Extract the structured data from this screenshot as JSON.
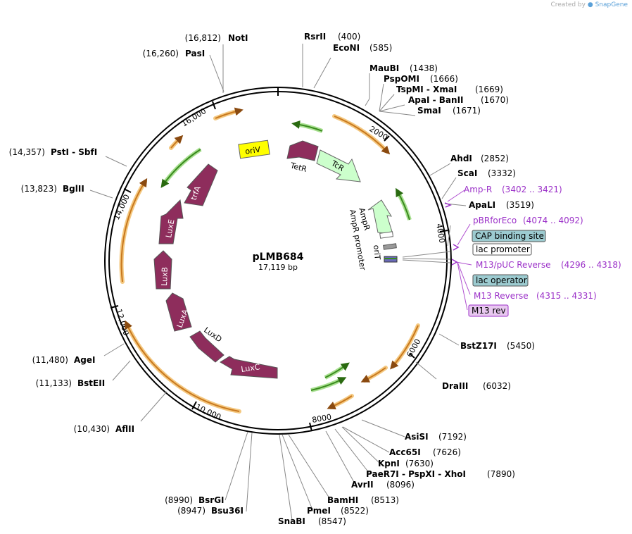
{
  "credit": {
    "prefix": "Created by",
    "brand": "SnapGene"
  },
  "plasmid": {
    "name": "pLMB684",
    "size": "17,119 bp"
  },
  "colors": {
    "backbone": "#000000",
    "maroon": "#8e2d5c",
    "light_green": "#ccffcc",
    "yellow": "#ffff00",
    "orange": "#c8781e",
    "green": "#3a8a1e",
    "purple": "#9b30c8",
    "primer_fill": "#e8c8f0",
    "teal": "#9ccbd0"
  },
  "ticks": [
    "2000",
    "4000",
    "6000",
    "8000",
    "10,000",
    "12,000",
    "14,000",
    "16,000"
  ],
  "sites": [
    {
      "name": "NotI",
      "pos": "(16,812)"
    },
    {
      "name": "RsrII",
      "pos": "(400)"
    },
    {
      "name": "EcoNI",
      "pos": "(585)"
    },
    {
      "name": "PasI",
      "pos": "(16,260)"
    },
    {
      "name": "MauBI",
      "pos": "(1438)"
    },
    {
      "name": "PspOMI",
      "pos": "(1666)"
    },
    {
      "name": "TspMI - XmaI",
      "pos": "(1669)"
    },
    {
      "name": "ApaI - BanII",
      "pos": "(1670)"
    },
    {
      "name": "SmaI",
      "pos": "(1671)"
    },
    {
      "name": "AhdI",
      "pos": "(2852)"
    },
    {
      "name": "ScaI",
      "pos": "(3332)"
    },
    {
      "name": "ApaLI",
      "pos": "(3519)"
    },
    {
      "name": "PstI - SbfI",
      "pos": "(14,357)"
    },
    {
      "name": "BglII",
      "pos": "(13,823)"
    },
    {
      "name": "BstZ17I",
      "pos": "(5450)"
    },
    {
      "name": "DraIII",
      "pos": "(6032)"
    },
    {
      "name": "AgeI",
      "pos": "(11,480)"
    },
    {
      "name": "BstEII",
      "pos": "(11,133)"
    },
    {
      "name": "AflII",
      "pos": "(10,430)"
    },
    {
      "name": "AsiSI",
      "pos": "(7192)"
    },
    {
      "name": "Acc65I",
      "pos": "(7626)"
    },
    {
      "name": "KpnI",
      "pos": "(7630)"
    },
    {
      "name": "PaeR7I - PspXI - XhoI",
      "pos": "(7890)"
    },
    {
      "name": "AvrII",
      "pos": "(8096)"
    },
    {
      "name": "BamHI",
      "pos": "(8513)"
    },
    {
      "name": "PmeI",
      "pos": "(8522)"
    },
    {
      "name": "SnaBI",
      "pos": "(8547)"
    },
    {
      "name": "BsrGI",
      "pos": "(8990)"
    },
    {
      "name": "Bsu36I",
      "pos": "(8947)"
    }
  ],
  "primers": [
    {
      "name": "Amp-R",
      "range": "(3402 .. 3421)"
    },
    {
      "name": "pBRforEco",
      "range": "(4074 .. 4092)"
    },
    {
      "name": "M13/pUC Reverse",
      "range": "(4296 .. 4318)"
    },
    {
      "name": "M13 Reverse",
      "range": "(4315 .. 4331)"
    }
  ],
  "boxed": {
    "cap": "CAP binding site",
    "lac_promoter": "lac promoter",
    "lac_operator": "lac operator",
    "m13rev": "M13 rev"
  },
  "features": {
    "oriV": "oriV",
    "TetR": "TetR",
    "TcR": "TcR",
    "trfA": "trfA",
    "LuxE": "LuxE",
    "LuxB": "LuxB",
    "LuxA": "LuxA",
    "LuxD": "LuxD",
    "LuxC": "LuxC",
    "AmpR": "AmpR",
    "AmpR_promoter": "AmpR promoter",
    "oriT": "oriT"
  }
}
